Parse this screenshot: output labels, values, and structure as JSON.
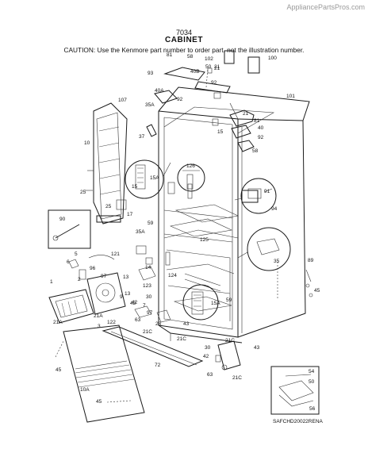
{
  "watermark": "AppliancePartsPros.com",
  "diagram_number": "7034",
  "title": "CABINET",
  "caution": "CAUTION: Use the Kenmore part number to order part, not the illustration number.",
  "footer_code": "SAFCHD20022RENA",
  "callouts": [
    "107",
    "10",
    "25",
    "25",
    "17",
    "90",
    "5",
    "6",
    "121",
    "96",
    "97",
    "9",
    "2",
    "1",
    "21A",
    "21A",
    "3",
    "122",
    "13",
    "13",
    "42",
    "63",
    "123",
    "14",
    "30",
    "97",
    "42",
    "7",
    "21C",
    "45",
    "72",
    "10A",
    "45",
    "35A",
    "59",
    "125",
    "124",
    "15A",
    "28",
    "43",
    "21C",
    "30",
    "42",
    "63",
    "21C",
    "21C",
    "43",
    "59",
    "35",
    "89",
    "45",
    "126",
    "15A",
    "15",
    "81",
    "58",
    "21",
    "102",
    "100",
    "93",
    "40B",
    "50",
    "21",
    "40A",
    "92",
    "35A",
    "92",
    "101",
    "21",
    "81",
    "40",
    "92",
    "37",
    "58",
    "91",
    "94",
    "54",
    "50",
    "56",
    "15"
  ]
}
